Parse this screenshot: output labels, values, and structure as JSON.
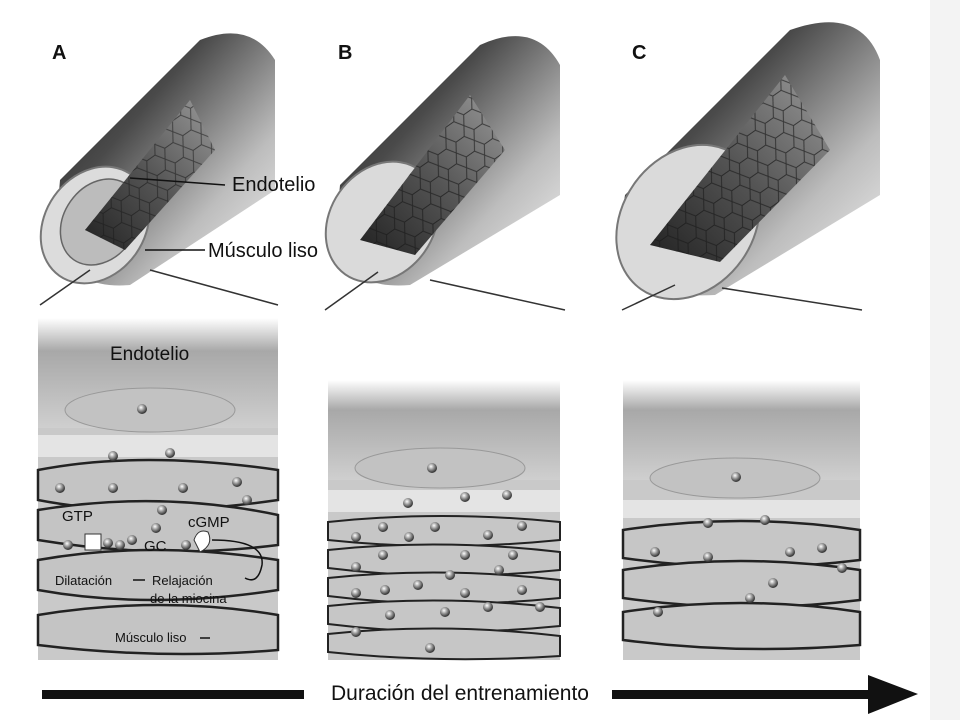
{
  "panels": [
    {
      "letter": "A"
    },
    {
      "letter": "B"
    },
    {
      "letter": "C"
    }
  ],
  "labels": {
    "endothelium_vessel": "Endotelio",
    "smooth_muscle_vessel": "Músculo liso",
    "endothelium_detail": "Endotelio",
    "gtp": "GTP",
    "gc": "GC",
    "cgmp": "cGMP",
    "dilation": "Dilatación",
    "relaxation_line1": "Relajación",
    "relaxation_line2": "de la miocina",
    "smooth_muscle_detail": "Músculo liso"
  },
  "axis": {
    "duration": "Duración del entrenamiento"
  }
}
